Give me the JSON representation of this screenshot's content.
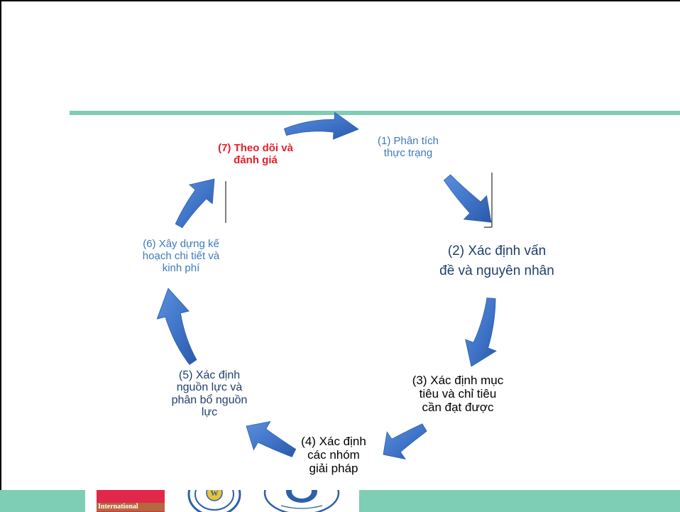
{
  "colors": {
    "accent_teal": "#7ecdb5",
    "arrow_blue": "#3f73c7",
    "text_blue_light": "#3d7ab8",
    "text_blue_dark": "#1f3f6e",
    "text_red": "#e3202b",
    "text_black": "#000000",
    "logo_red": "#e1274a"
  },
  "steps": [
    {
      "id": 1,
      "lines": [
        "(1) Phân tích",
        "thực trạng"
      ]
    },
    {
      "id": 2,
      "lines": [
        "(2) Xác định vấn",
        "đề và nguyên nhân"
      ]
    },
    {
      "id": 3,
      "lines": [
        "(3) Xác định mục",
        "tiêu và chỉ tiêu",
        "cần đạt được"
      ]
    },
    {
      "id": 4,
      "lines": [
        "(4) Xác định",
        "các nhóm",
        "giải pháp"
      ]
    },
    {
      "id": 5,
      "lines": [
        "(5) Xác định",
        "nguồn lực và",
        "phân bổ nguồn",
        "lực"
      ]
    },
    {
      "id": 6,
      "lines": [
        "(6) Xây dựng kế",
        "hoạch chi tiết và",
        "kinh phí"
      ]
    },
    {
      "id": 7,
      "lines": [
        "(7) Theo dõi và",
        "đánh giá"
      ]
    }
  ],
  "footer": {
    "logo_text": "International",
    "seal_icons": [
      "university-seal-icon",
      "institute-seal-icon"
    ]
  }
}
